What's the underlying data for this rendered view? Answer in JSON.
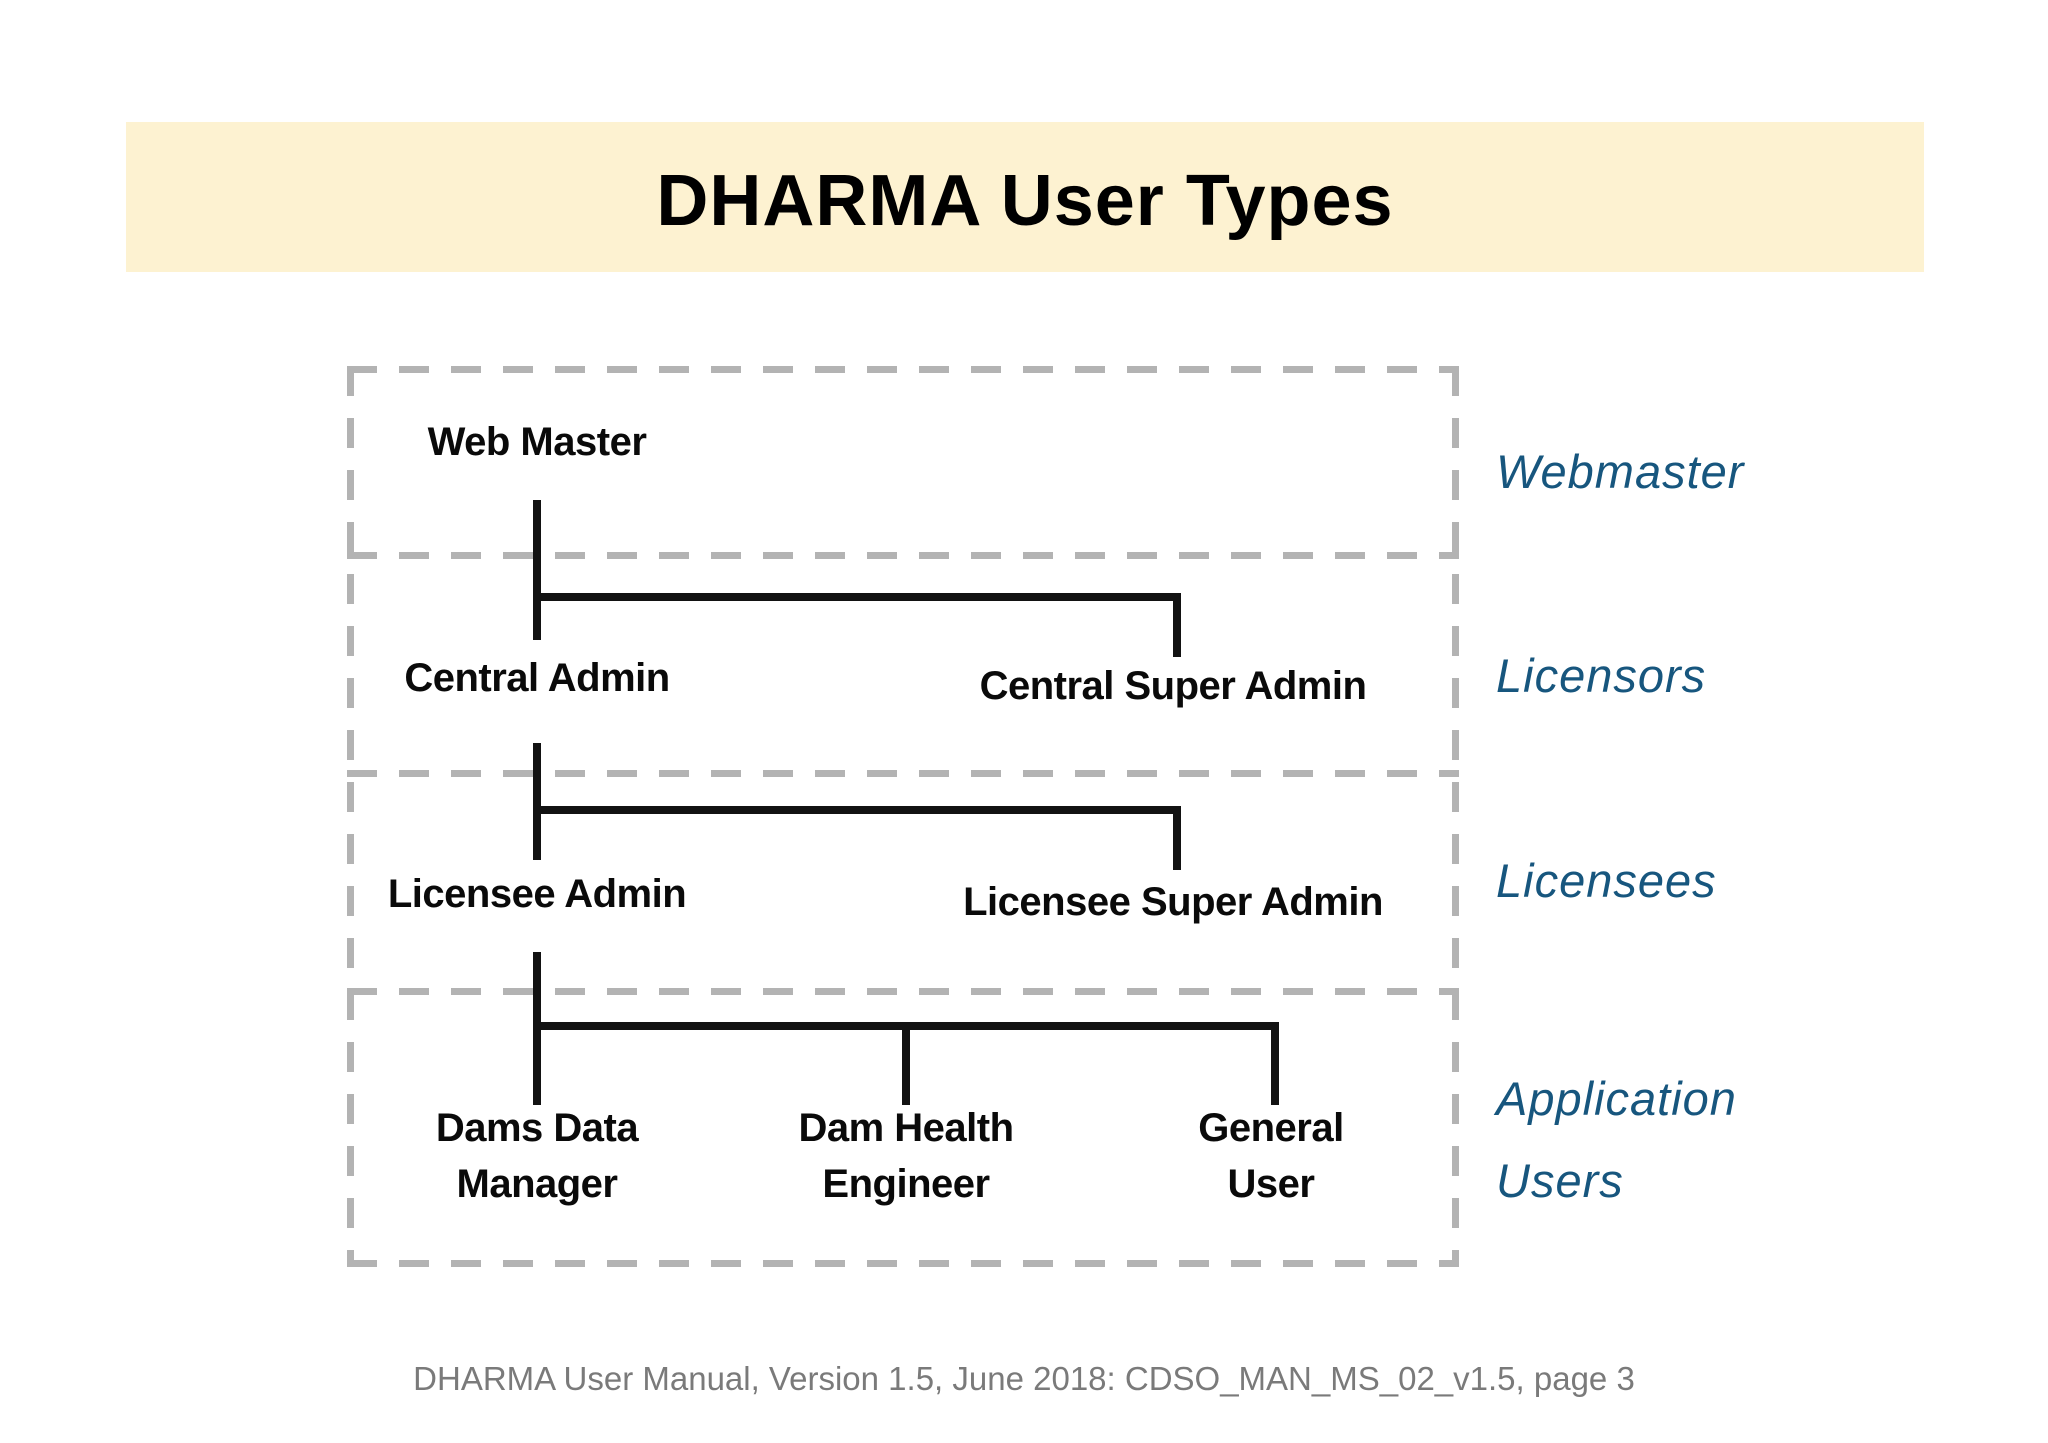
{
  "title": "DHARMA User Types",
  "colors": {
    "banner_bg": "#fdf2d1",
    "side_label": "#17567e",
    "dash": "#b3b3b3",
    "line": "#121212",
    "footer_text": "#7a7a7a",
    "node_text": "#0a0a0a"
  },
  "diagram": {
    "nodes": {
      "web_master": "Web Master",
      "central_admin": "Central Admin",
      "central_super_admin": "Central Super Admin",
      "licensee_admin": "Licensee Admin",
      "licensee_super_admin": "Licensee Super Admin",
      "dams_data_manager": "Dams Data Manager",
      "dam_health_engineer": "Dam Health Engineer",
      "general_user": "General User"
    },
    "side_labels": {
      "webmaster": "Webmaster",
      "licensors": "Licensors",
      "licensees": "Licensees",
      "application_users": "Application Users"
    },
    "groups": [
      {
        "label": "Webmaster",
        "members": [
          "Web Master"
        ]
      },
      {
        "label": "Licensors",
        "members": [
          "Central Admin",
          "Central Super Admin"
        ]
      },
      {
        "label": "Licensees",
        "members": [
          "Licensee Admin",
          "Licensee Super Admin"
        ]
      },
      {
        "label": "Application Users",
        "members": [
          "Dams Data Manager",
          "Dam Health Engineer",
          "General User"
        ]
      }
    ],
    "hierarchy": [
      {
        "parent": "Web Master",
        "children": [
          "Central Admin",
          "Central Super Admin"
        ]
      },
      {
        "parent": "Central Admin",
        "children": [
          "Licensee Admin",
          "Licensee Super Admin"
        ]
      },
      {
        "parent": "Licensee Admin",
        "children": [
          "Dams Data Manager",
          "Dam Health Engineer",
          "General User"
        ]
      }
    ]
  },
  "footer": "DHARMA User Manual, Version 1.5, June 2018: CDSO_MAN_MS_02_v1.5, page 3"
}
